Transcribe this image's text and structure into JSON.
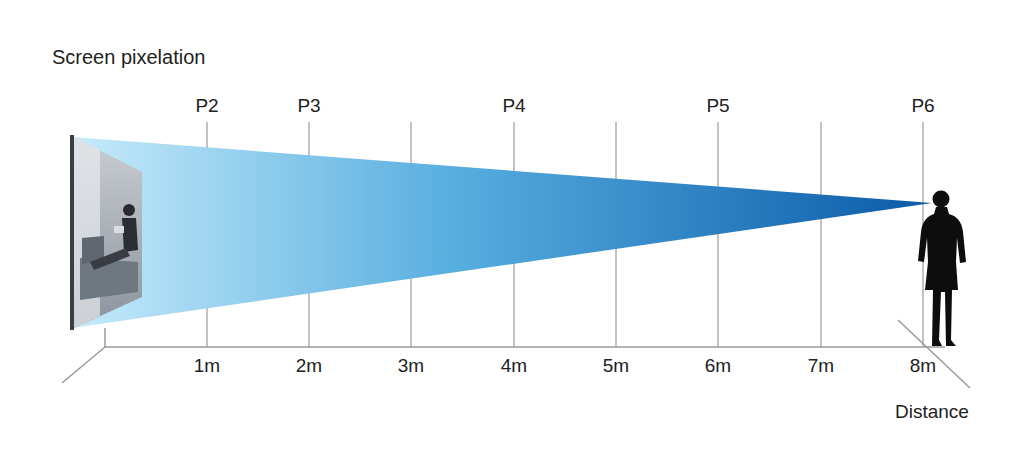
{
  "diagram": {
    "labels": [
      "Screen pixelation",
      "P2",
      "P3",
      "P4",
      "P5",
      "P6",
      "1m",
      "2m",
      "3m",
      "4m",
      "5m",
      "6m",
      "7m",
      "8m",
      "Distance"
    ]
  }
}
